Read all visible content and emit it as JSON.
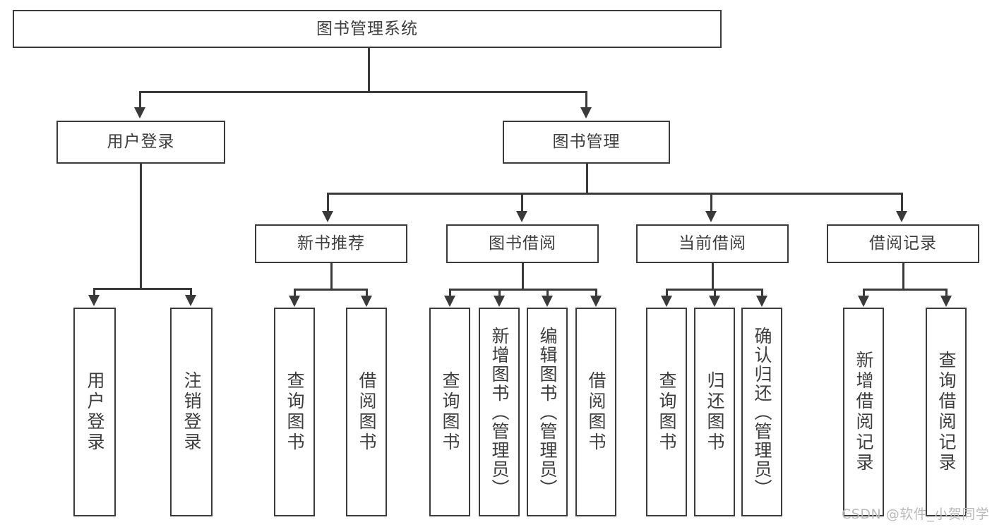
{
  "diagram": {
    "title": "图书管理系统",
    "type": "hierarchy-tree",
    "watermark": "CSDN @软件_小贺同学",
    "colors": {
      "stroke": "#3a3a3a",
      "text": "#3d3d3d",
      "background": "#ffffff",
      "watermark": "#b9b9b9"
    },
    "levels": {
      "root": "图书管理系统",
      "level2": [
        "用户登录",
        "图书管理"
      ],
      "level3": [
        "新书推荐",
        "图书借阅",
        "当前借阅",
        "借阅记录"
      ]
    }
  },
  "nodes": {
    "root": {
      "label": "图书管理系统"
    },
    "user_login": {
      "label": "用户登录"
    },
    "book_manage": {
      "label": "图书管理"
    },
    "new_book_rec": {
      "label": "新书推荐"
    },
    "book_borrow": {
      "label": "图书借阅"
    },
    "current_borrow": {
      "label": "当前借阅"
    },
    "borrow_record": {
      "label": "借阅记录"
    },
    "leaf_user_login": {
      "label": "用户登录"
    },
    "leaf_logout": {
      "label": "注销登录"
    },
    "leaf_query_book_a": {
      "label": "查询图书"
    },
    "leaf_borrow_book_a": {
      "label": "借阅图书"
    },
    "leaf_query_book_b": {
      "label": "查询图书"
    },
    "leaf_add_book": {
      "label": "新增图书（管理员）"
    },
    "leaf_edit_book": {
      "label": "编辑图书（管理员）"
    },
    "leaf_borrow_book_b": {
      "label": "借阅图书"
    },
    "leaf_query_book_c": {
      "label": "查询图书"
    },
    "leaf_return_book": {
      "label": "归还图书"
    },
    "leaf_confirm_return": {
      "label": "确认归还（管理员）"
    },
    "leaf_add_record": {
      "label": "新增借阅记录"
    },
    "leaf_query_record": {
      "label": "查询借阅记录"
    }
  },
  "edges": [
    {
      "from": "root",
      "to": "user_login"
    },
    {
      "from": "root",
      "to": "book_manage"
    },
    {
      "from": "user_login",
      "to": "leaf_user_login"
    },
    {
      "from": "user_login",
      "to": "leaf_logout"
    },
    {
      "from": "book_manage",
      "to": "new_book_rec"
    },
    {
      "from": "book_manage",
      "to": "book_borrow"
    },
    {
      "from": "book_manage",
      "to": "current_borrow"
    },
    {
      "from": "book_manage",
      "to": "borrow_record"
    },
    {
      "from": "new_book_rec",
      "to": "leaf_query_book_a"
    },
    {
      "from": "new_book_rec",
      "to": "leaf_borrow_book_a"
    },
    {
      "from": "book_borrow",
      "to": "leaf_query_book_b"
    },
    {
      "from": "book_borrow",
      "to": "leaf_add_book"
    },
    {
      "from": "book_borrow",
      "to": "leaf_edit_book"
    },
    {
      "from": "book_borrow",
      "to": "leaf_borrow_book_b"
    },
    {
      "from": "current_borrow",
      "to": "leaf_query_book_c"
    },
    {
      "from": "current_borrow",
      "to": "leaf_return_book"
    },
    {
      "from": "current_borrow",
      "to": "leaf_confirm_return"
    },
    {
      "from": "borrow_record",
      "to": "leaf_add_record"
    },
    {
      "from": "borrow_record",
      "to": "leaf_query_record"
    }
  ]
}
